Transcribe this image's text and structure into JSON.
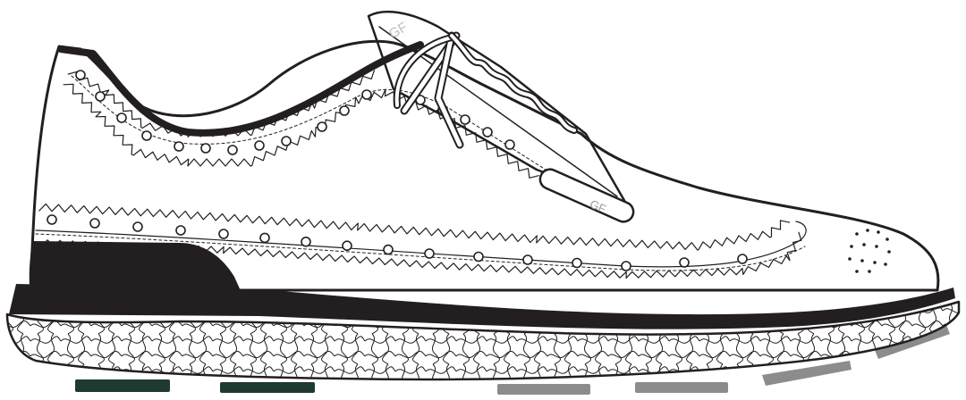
{
  "image": {
    "subject": "shoe-line-drawing",
    "colors": {
      "ink": "#231f20",
      "upper": "#ffffff",
      "heel_counter": "#231f20",
      "outsole_band": "#231f20",
      "spike_dark": "#1f3a30",
      "spike_gray": "#8c8c8c",
      "background": "#ffffff"
    },
    "logo_text": [
      "GF",
      "GF"
    ]
  }
}
